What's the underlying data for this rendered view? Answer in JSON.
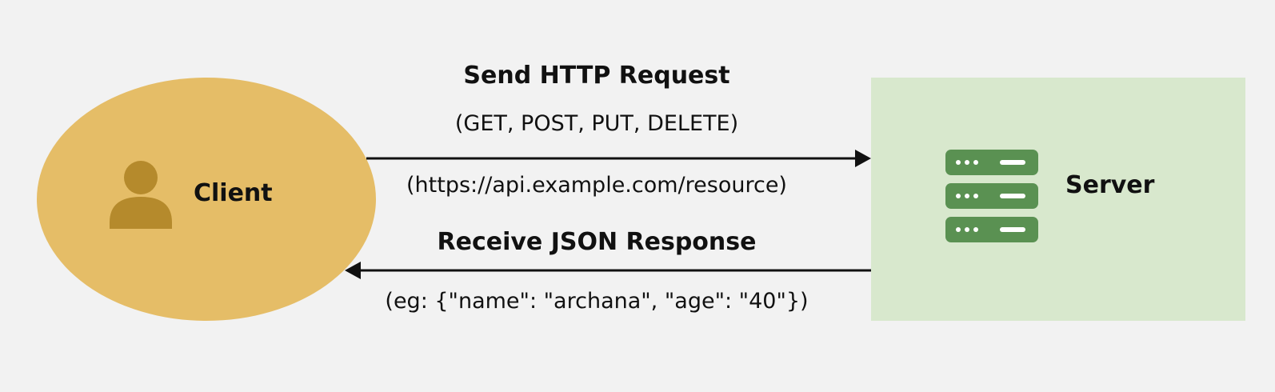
{
  "colors": {
    "background": "#f2f2f2",
    "client_fill": "#e5bd67",
    "client_icon": "#b58a2c",
    "server_fill": "#d8e8cd",
    "server_icon": "#5a9152",
    "arrow": "#111111"
  },
  "client": {
    "label": "Client",
    "icon": "person-icon"
  },
  "server": {
    "label": "Server",
    "icon": "server-rack-icon"
  },
  "request": {
    "title": "Send HTTP Request",
    "methods": "(GET, POST, PUT, DELETE)",
    "url": "(https://api.example.com/resource)"
  },
  "response": {
    "title": "Receive JSON Response",
    "example": "(eg: {\"name\": \"archana\", \"age\": \"40\"})"
  }
}
